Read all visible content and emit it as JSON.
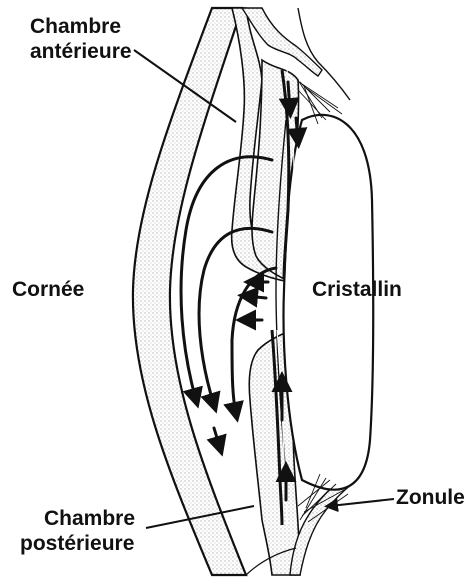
{
  "labels": {
    "anterior_chamber_line1": "Chambre",
    "anterior_chamber_line2": "antérieure",
    "cornea": "Cornée",
    "lens": "Cristallin",
    "posterior_chamber_line1": "Chambre",
    "posterior_chamber_line2": "postérieure",
    "zonule": "Zonule"
  },
  "colors": {
    "ink": "#111111",
    "stipple": "#c9c9c9",
    "background": "#ffffff"
  }
}
